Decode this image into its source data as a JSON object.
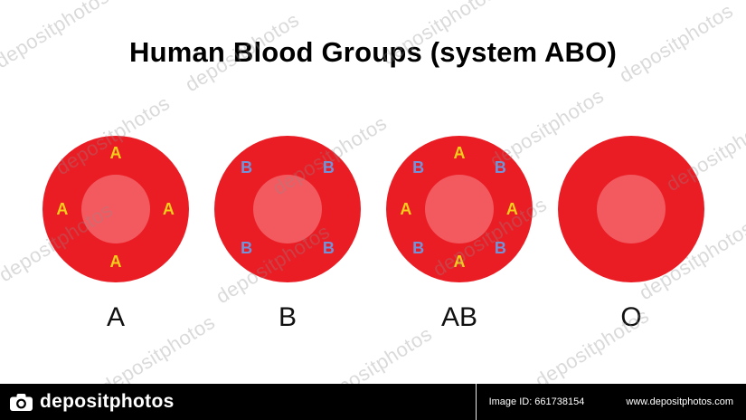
{
  "title": "Human Blood Groups (system ABO)",
  "watermark": {
    "text": "depositphotos"
  },
  "groups": [
    {
      "label": "A",
      "antigens": [
        {
          "type": "A",
          "pos": "top"
        },
        {
          "type": "A",
          "pos": "left"
        },
        {
          "type": "A",
          "pos": "right"
        },
        {
          "type": "A",
          "pos": "bottom"
        }
      ]
    },
    {
      "label": "B",
      "antigens": [
        {
          "type": "B",
          "pos": "top-left"
        },
        {
          "type": "B",
          "pos": "top-right"
        },
        {
          "type": "B",
          "pos": "bottom-left"
        },
        {
          "type": "B",
          "pos": "bottom-right"
        }
      ]
    },
    {
      "label": "AB",
      "antigens": [
        {
          "type": "A",
          "pos": "top"
        },
        {
          "type": "B",
          "pos": "top-left"
        },
        {
          "type": "B",
          "pos": "top-right"
        },
        {
          "type": "A",
          "pos": "left"
        },
        {
          "type": "A",
          "pos": "right"
        },
        {
          "type": "B",
          "pos": "bottom-left"
        },
        {
          "type": "B",
          "pos": "bottom-right"
        },
        {
          "type": "A",
          "pos": "bottom"
        }
      ]
    },
    {
      "label": "O",
      "antigens": []
    }
  ],
  "colors": {
    "cell_outer": "#ea1d25",
    "cell_inner": "#f25a60",
    "antigen_a": "#f6cf1b",
    "antigen_b": "#7492d8"
  },
  "footer": {
    "logo_text": "depositphotos",
    "image_id_label": "Image ID: 661738154",
    "website": "www.depositphotos.com"
  }
}
